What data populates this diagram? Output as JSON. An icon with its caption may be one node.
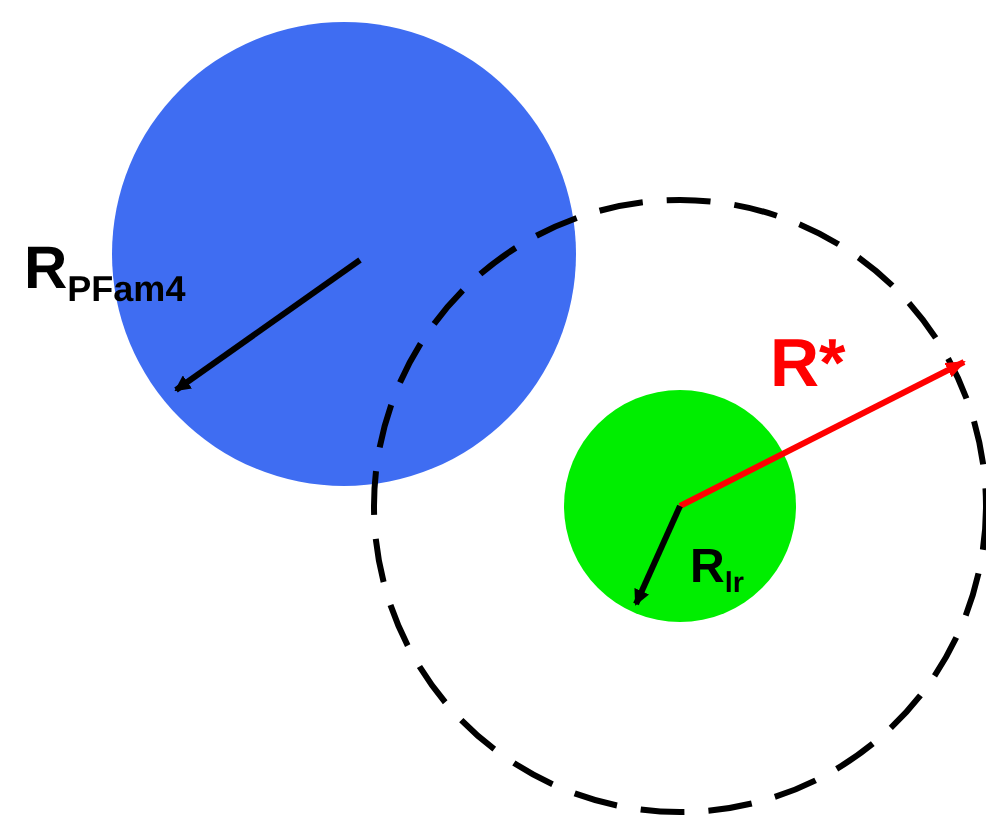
{
  "diagram": {
    "labels": [
      "R$_{PFam4}$",
      "R*",
      "R$_{lr}$"
    ]
  }
}
